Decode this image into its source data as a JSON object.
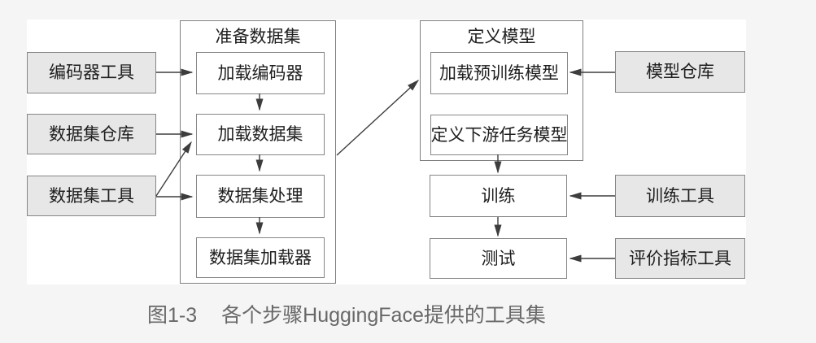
{
  "caption": {
    "number": "图1-3",
    "title": "各个步骤HuggingFace提供的工具集"
  },
  "diagram": {
    "tools": [
      {
        "label": "编码器工具"
      },
      {
        "label": "数据集仓库"
      },
      {
        "label": "数据集工具"
      },
      {
        "label": "模型仓库"
      },
      {
        "label": "训练工具"
      },
      {
        "label": "评价指标工具"
      }
    ],
    "groups": [
      {
        "title": "准备数据集",
        "steps": [
          {
            "label": "加载编码器"
          },
          {
            "label": "加载数据集"
          },
          {
            "label": "数据集处理"
          },
          {
            "label": "数据集加载器"
          }
        ]
      },
      {
        "title": "定义模型",
        "steps": [
          {
            "label": "加载预训练模型"
          },
          {
            "label": "定义下游任务模型"
          }
        ]
      }
    ],
    "flow_steps": [
      {
        "label": "训练"
      },
      {
        "label": "测试"
      }
    ],
    "colors": {
      "page_background": "#f5f5f5",
      "figure_background": "#ffffff",
      "tool_box_fill": "#e7e7e7",
      "box_border": "#868686",
      "arrow_line": "#3d3d3d",
      "box_text": "#1e1e1e",
      "caption_text": "#686868"
    }
  }
}
